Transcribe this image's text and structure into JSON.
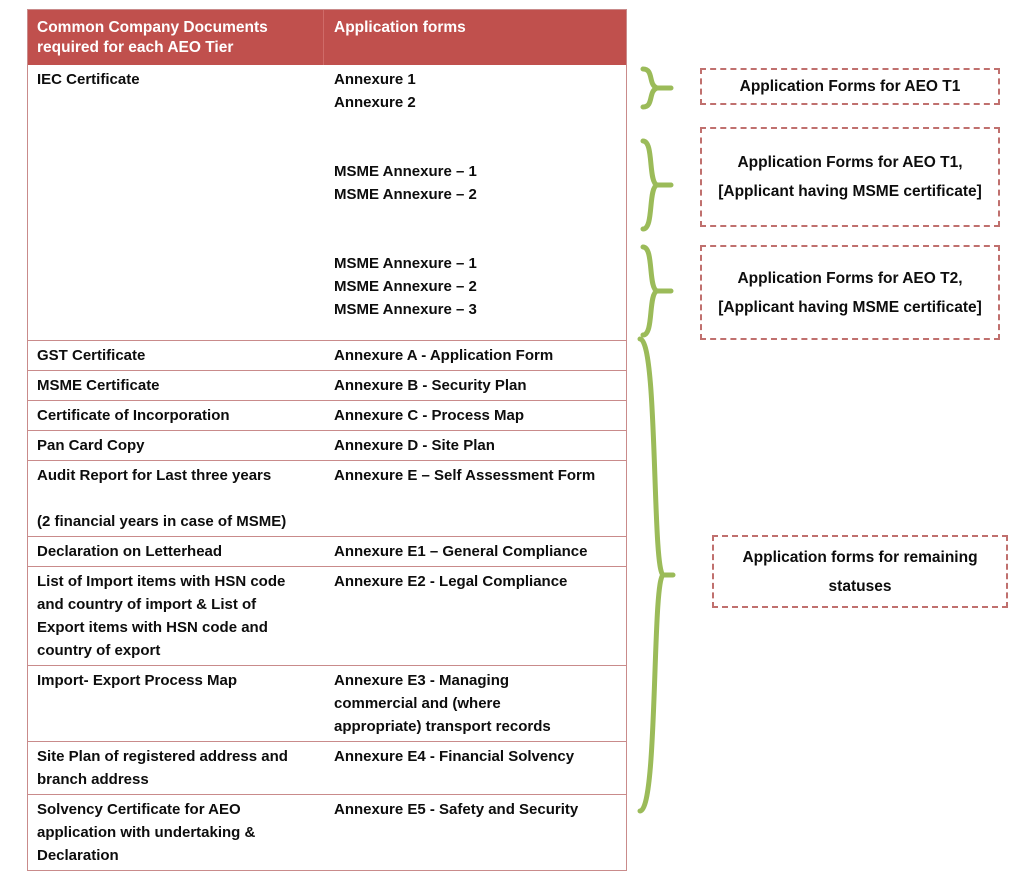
{
  "table": {
    "headers": {
      "left": "Common Company Documents required for each AEO Tier",
      "left_line1": "Common Company Documents",
      "left_line2": "required for each AEO Tier",
      "right": "Application forms"
    },
    "top_block": {
      "document": "IEC Certificate",
      "forms_group_1": [
        "Annexure 1",
        "Annexure 2"
      ],
      "forms_group_2": [
        "MSME Annexure – 1",
        "MSME Annexure – 2"
      ],
      "forms_group_3": [
        "MSME Annexure – 1",
        "MSME Annexure – 2",
        "MSME Annexure – 3"
      ]
    },
    "rows": [
      {
        "document": "GST Certificate",
        "document_lines": [
          "GST Certificate"
        ],
        "form": "Annexure A -  Application Form",
        "form_lines": [
          "Annexure A -  Application Form"
        ]
      },
      {
        "document": "MSME Certificate",
        "document_lines": [
          "MSME Certificate"
        ],
        "form": "Annexure B - Security Plan",
        "form_lines": [
          "Annexure B - Security Plan"
        ]
      },
      {
        "document": "Certificate of Incorporation",
        "document_lines": [
          "Certificate of Incorporation"
        ],
        "form": "Annexure C - Process Map",
        "form_lines": [
          "Annexure C - Process Map"
        ]
      },
      {
        "document": "Pan Card Copy",
        "document_lines": [
          "Pan Card Copy"
        ],
        "form": "Annexure D - Site Plan",
        "form_lines": [
          "Annexure D - Site Plan"
        ]
      },
      {
        "document": "Audit Report for Last three years (2 financial years in case of MSME)",
        "document_lines": [
          "Audit Report for Last three years",
          "",
          "(2 financial years in case of MSME)"
        ],
        "form": "Annexure E – Self Assessment Form",
        "form_lines": [
          "Annexure E – Self Assessment Form"
        ]
      },
      {
        "document": "Declaration on Letterhead",
        "document_lines": [
          "Declaration on Letterhead"
        ],
        "form": "Annexure E1 – General Compliance",
        "form_lines": [
          "Annexure E1 – General Compliance"
        ]
      },
      {
        "document": "List of Import items with HSN code and country of import & List of Export items with HSN code and country of export",
        "document_lines": [
          "List of Import items with HSN code",
          "and country of import & List of",
          "Export items with HSN code and",
          "country of export"
        ],
        "form": "Annexure E2 - Legal Compliance",
        "form_lines": [
          "Annexure E2 - Legal Compliance"
        ]
      },
      {
        "document": "Import- Export Process Map",
        "document_lines": [
          "Import- Export Process Map"
        ],
        "form": "Annexure E3 - Managing commercial and (where appropriate) transport records",
        "form_lines": [
          "Annexure E3 - Managing",
          "commercial and (where",
          "appropriate) transport records"
        ]
      },
      {
        "document": "Site Plan of registered address and branch address",
        "document_lines": [
          "Site Plan of registered address and",
          "branch address"
        ],
        "form": "Annexure E4 - Financial Solvency",
        "form_lines": [
          "Annexure E4 - Financial Solvency"
        ]
      },
      {
        "document": "Solvency Certificate for AEO application with undertaking & Declaration",
        "document_lines": [
          "Solvency Certificate for AEO",
          "application with undertaking &",
          "Declaration"
        ],
        "form": "Annexure E5 - Safety and Security",
        "form_lines": [
          "Annexure E5 - Safety and Security"
        ]
      }
    ]
  },
  "callouts": [
    {
      "id": "aeo-t1",
      "text": "Application Forms for AEO T1",
      "lines": [
        "Application Forms for AEO T1"
      ]
    },
    {
      "id": "aeo-t1-msme",
      "text": "Application Forms for AEO T1, [Applicant having MSME certificate]",
      "lines": [
        "Application Forms for AEO T1,",
        "[Applicant having MSME",
        "certificate]"
      ]
    },
    {
      "id": "aeo-t2-msme",
      "text": "Application Forms for AEO T2, [Applicant having MSME certificate]",
      "lines": [
        "Application Forms for AEO T2,",
        "[Applicant having MSME",
        "certificate]"
      ]
    },
    {
      "id": "remaining-statuses",
      "text": "Application forms for remaining statuses",
      "lines": [
        "Application forms for remaining",
        "statuses"
      ]
    }
  ],
  "colors": {
    "header_background": "#C0504D",
    "header_text": "#FFFFFF",
    "table_border": "#C98B8B",
    "callout_border": "#C0706E",
    "brace": "#9BBB59",
    "body_text": "#0D0D0D",
    "page_background": "#FFFFFF"
  }
}
